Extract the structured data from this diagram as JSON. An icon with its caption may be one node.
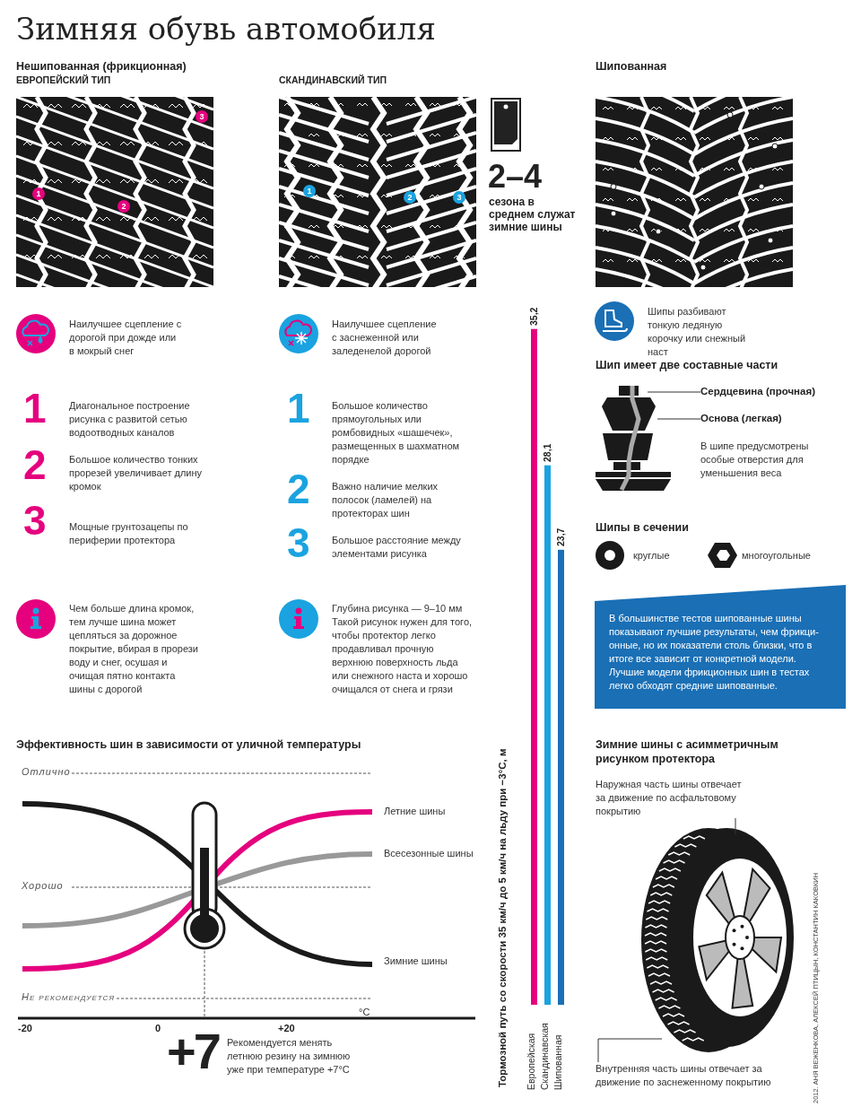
{
  "diagram": {
    "title": "Зимняя обувь автомобиля",
    "nodes": [
      {
        "text": [
          "Сердцевина (прочная)"
        ]
      },
      {
        "text": [
          "Основа (легкая)"
        ]
      },
      {
        "text": [
          "В большинстве тестов шипованные шины показывают лучшие результаты, чем фрикци- онные, но их показатели столь близки, что в итоге все зависит от конкретной модели. Лучшие модели фрикционных шин в тестах легко обходят средние шипованные."
        ]
      },
      {
        "text": [
          "Наружная часть шины отвечает за движение по асфальтовому покрытию"
        ]
      },
      {
        "text": [
          "Внутренняя часть шины отвечает за движение по заснеженному покрытию"
        ]
      }
    ],
    "edges": [
      {
        "from": 0,
        "to": null,
        "arrow": "none"
      },
      {
        "from": 1,
        "to": null,
        "arrow": "none"
      },
      {
        "from": 3,
        "to": null,
        "arrow": "none"
      },
      {
        "from": 4,
        "to": null,
        "arrow": "none"
      }
    ],
    "labels": [
      "Нешипованная (фрикционная)",
      "ЕВРОПЕЙСКИЙ ТИП",
      "СКАНДИНАВСКИЙ ТИП",
      "Шипованная",
      "1",
      "2",
      "3",
      "1",
      "2",
      "3",
      "2–4",
      "сезона в среднем служат зимние шины",
      "Наилучшее сцепление с дорогой при дожде или в мокрый снег",
      "1",
      "Диагональное построение рисунка с развитой сетью водоотводных каналов",
      "2",
      "Большое количество тонких прорезей увеличивает длину кромок",
      "3",
      "Мощные грунтозацепы по периферии протектора",
      "Чем больше длина кромок, тем лучше шина может цепляться за дорожное покрытие, вбирая в прорези воду и снег, осушая и очищая пятно контакта шины с дорогой",
      "Наилучшее сцепление с заснеженной или заледенелой дорогой",
      "1",
      "Большое количество прямоугольных или ромбовидных «шашечек», размещенных в шахматном порядке",
      "2",
      "Важно наличие мелких полосок (ламелей) на протекторах шин",
      "3",
      "Большое расстояние между элементами рисунка",
      "Глубина рисунка — 9–10 мм Такой рисунок нужен для того, чтобы протектор легко продавливал прочную верхнюю поверхность льда или снежного наста и хорошо очищался от снега и грязи",
      "Шипы разбивают тонкую ледяную корочку или снежный наст",
      "Шип имеет две составные части",
      "В шипе предусмотрены особые отверстия для уменьшения веса",
      "Шипы в сечении",
      "круглые",
      "многоугольные",
      "Зимние шины с асимметричным рисунком протектора",
      "Эффективность шин в зависимости от уличной температуры",
      "Отлично",
      "Летние шины",
      "Всесезонные шины",
      "Хорошо",
      "Зимние шины",
      "Не рекомендуется",
      "°C",
      "-20",
      "0",
      "+20",
      "+7",
      "Рекомендуется менять летнюю резину на зимнюю уже при температуре +7°C",
      "2012. АНЯ ВЕЖЕНКОВА, АЛЕКСЕЙ ПТИЦЫН, КОНСТАНТИН КАКОВКИН"
    ],
    "chart_data": {
      "type": "bar",
      "ylabel": "Тормозной путь со скорости 35 км/ч до 5 км/ч на льду при −3°C, м",
      "categories": [
        "Европейская",
        "Скандинавская",
        "Шипованная"
      ],
      "values": [
        35.2,
        28.1,
        23.7
      ],
      "value_labels": [
        "35,2",
        "28,1",
        "23,7"
      ]
    }
  }
}
